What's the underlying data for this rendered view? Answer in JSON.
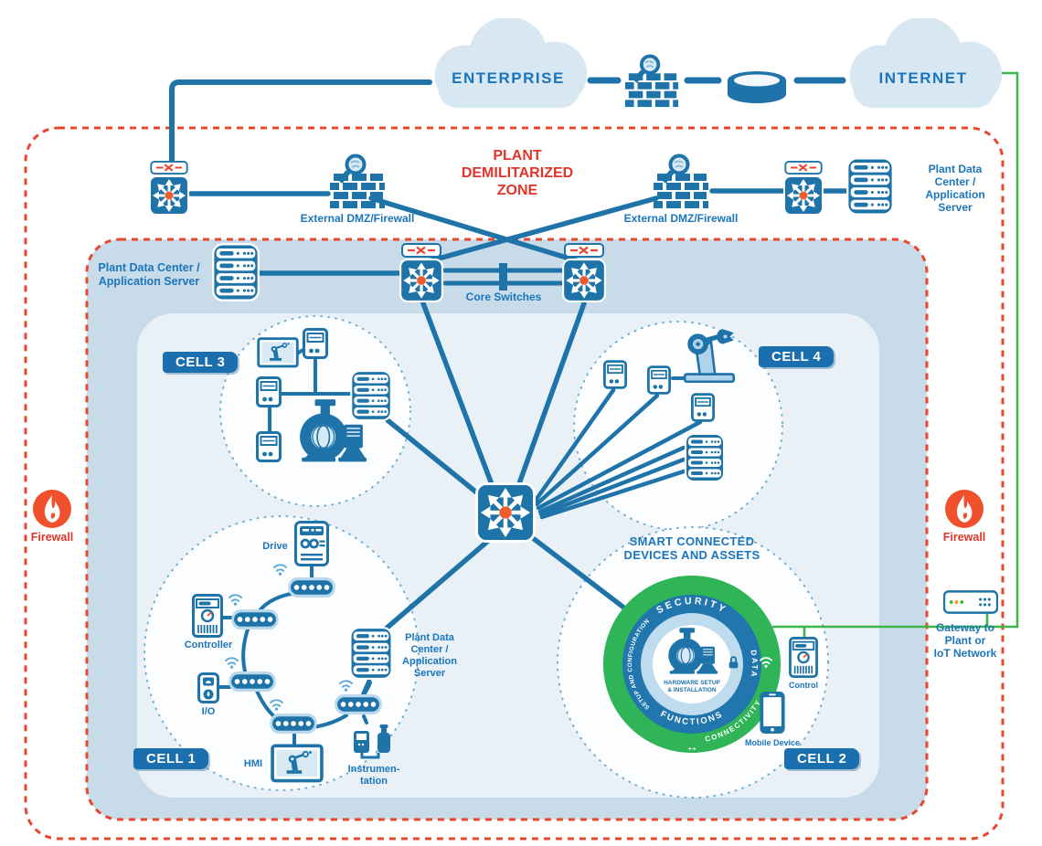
{
  "colors": {
    "primary_blue": "#1E73A8",
    "label_blue": "#1B75BC",
    "cloud_fill": "#D8E8F3",
    "zone_fill": "#C7DBE9",
    "panel_fill": "#E9F1F7",
    "dashed_red": "#E8472E",
    "accent_orange": "#F15A29",
    "ring_green": "#2FB457",
    "line_green": "#3CB54A"
  },
  "clouds": {
    "enterprise": "ENTERPRISE",
    "internet": "INTERNET"
  },
  "dmz": {
    "title": "PLANT\nDEMILITARIZED\nZONE",
    "external_firewall_left": "External DMZ/Firewall",
    "external_firewall_right": "External DMZ/Firewall",
    "plant_data_center": "Plant Data\nCenter /\nApplication\nServer"
  },
  "plant_zone": {
    "plant_data_center": "Plant Data Center /\nApplication Server",
    "core_switches": "Core Switches",
    "firewall_left": "Firewall",
    "firewall_right": "Firewall"
  },
  "cell1": {
    "badge": "CELL 1",
    "drive": "Drive",
    "controller": "Controller",
    "io": "I/O",
    "hmi": "HMI",
    "instrumentation": "Instrumen-\ntation",
    "server": "Plant Data\nCenter /\nApplication\nServer"
  },
  "cell2": {
    "badge": "CELL 2",
    "title": "SMART CONNECTED\nDEVICES AND ASSETS",
    "security": "SECURITY",
    "data": "DATA",
    "functions": "FUNCTIONS",
    "setup_config": "SETUP AND CONFIGURATION",
    "connectivity": "CONNECTIVITY",
    "hardware": "HARDWARE SETUP\n& INSTALLATION",
    "control": "Control",
    "mobile": "Mobile Device",
    "arrows": "↔"
  },
  "cell3": {
    "badge": "CELL 3"
  },
  "cell4": {
    "badge": "CELL 4"
  },
  "gateway": {
    "label": "Gateway to\nPlant or\nIoT Network"
  }
}
